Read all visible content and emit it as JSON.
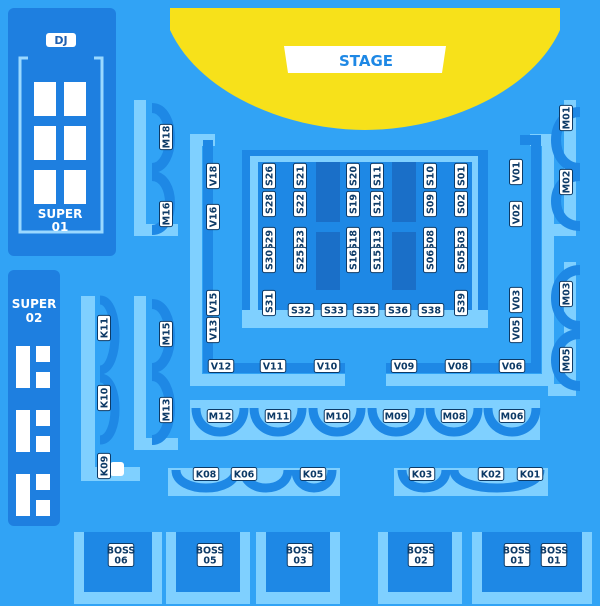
{
  "stage": {
    "label": "STAGE",
    "color": "#f7e11a"
  },
  "colors": {
    "background": "#31a3f5",
    "panel": "#1e7fe0",
    "seat": "#7fd0ff",
    "seat_dark": "#1e88e5",
    "label_text": "#0d3a66"
  },
  "booths": {
    "dj_label": "DJ",
    "super01_label": "SUPER\n01",
    "super02_label": "SUPER\n02"
  },
  "tables": {
    "S": [
      "S26",
      "S21",
      "S20",
      "S11",
      "S10",
      "S01",
      "S28",
      "S22",
      "S19",
      "S12",
      "S09",
      "S02",
      "S29",
      "S23",
      "S18",
      "S13",
      "S08",
      "S03",
      "S30",
      "S25",
      "S16",
      "S15",
      "S06",
      "S05",
      "S31",
      "S32",
      "S33",
      "S35",
      "S36",
      "S38",
      "S39"
    ],
    "V": [
      "V18",
      "V16",
      "V15",
      "V13",
      "V12",
      "V11",
      "V10",
      "V09",
      "V08",
      "V06",
      "V01",
      "V02",
      "V03",
      "V05"
    ],
    "M": [
      "M18",
      "M16",
      "M15",
      "M13",
      "M12",
      "M11",
      "M10",
      "M09",
      "M08",
      "M06",
      "M01",
      "M02",
      "M03",
      "M05"
    ],
    "K": [
      "K11",
      "K10",
      "K09",
      "K08",
      "K06",
      "K05",
      "K03",
      "K02",
      "K01"
    ],
    "BOSS": [
      "BOSS\n06",
      "BOSS\n05",
      "BOSS\n03",
      "BOSS\n02",
      "BOSS\n01",
      "BOSS\n01"
    ]
  }
}
